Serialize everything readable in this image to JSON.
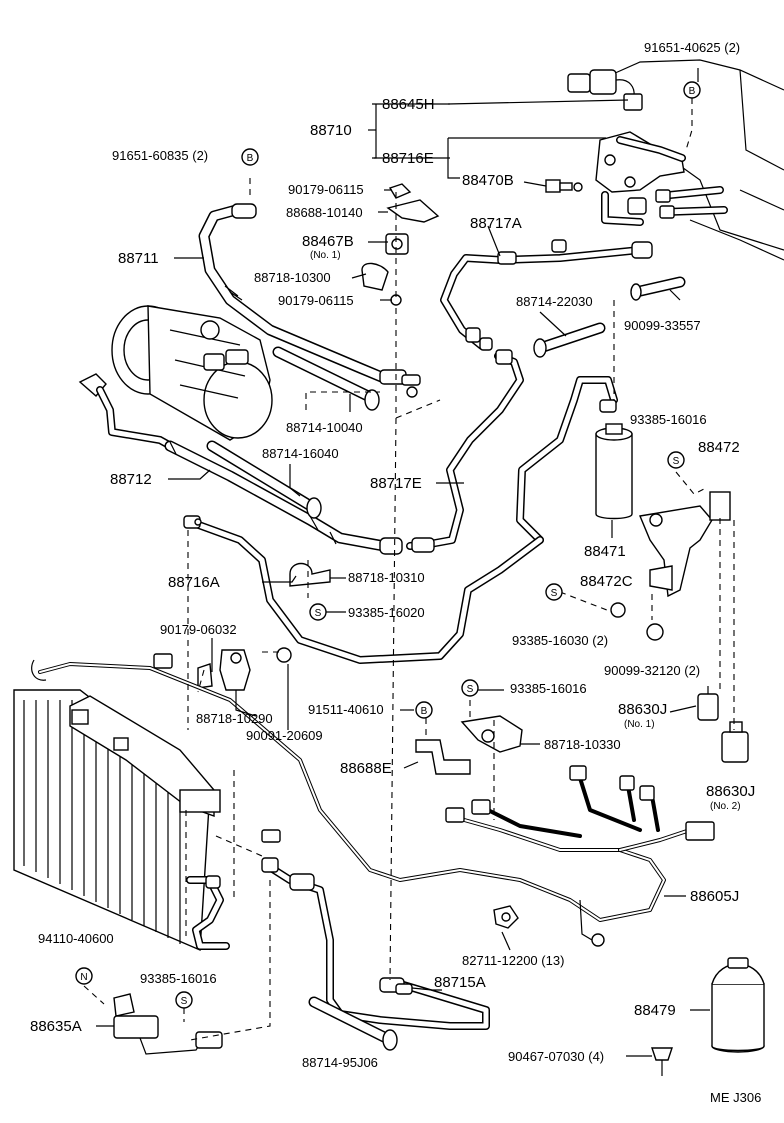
{
  "labels": {
    "p91651_40625": "91651-40625 (2)",
    "p88645H": "88645H",
    "p88710": "88710",
    "p88716E": "88716E",
    "p88470B": "88470B",
    "p91651_60835": "91651-60835 (2)",
    "p90179_06115a": "90179-06115",
    "p88688_10140": "88688-10140",
    "p88467B": "88467B",
    "p88467B_note": "(No. 1)",
    "p88718_10300": "88718-10300",
    "p90179_06115b": "90179-06115",
    "p88711": "88711",
    "p88717A": "88717A",
    "p88714_22030": "88714-22030",
    "p90099_33557": "90099-33557",
    "p88714_10040": "88714-10040",
    "p93385_16016a": "93385-16016",
    "p88472": "88472",
    "p88712": "88712",
    "p88714_16040": "88714-16040",
    "p88717E": "88717E",
    "p88471": "88471",
    "p88716A": "88716A",
    "p88718_10310": "88718-10310",
    "p93385_16020": "93385-16020",
    "p88472C": "88472C",
    "p93385_16030": "93385-16030 (2)",
    "p90179_06032": "90179-06032",
    "p90099_32120": "90099-32120 (2)",
    "p93385_16016b": "93385-16016",
    "p88718_10290": "88718-10290",
    "p90091_20609": "90091-20609",
    "p91511_40610": "91511-40610",
    "p88630J_1": "88630J",
    "p88630J_1_note": "(No. 1)",
    "p88718_10330": "88718-10330",
    "p88688E": "88688E",
    "p88630J_2": "88630J",
    "p88630J_2_note": "(No. 2)",
    "p88605J": "88605J",
    "p94110_40600": "94110-40600",
    "p82711_12200": "82711-12200 (13)",
    "p93385_16016c": "93385-16016",
    "p88715A": "88715A",
    "p88635A": "88635A",
    "p88479": "88479",
    "p88714_95J06": "88714-95J06",
    "p90467_07030": "90467-07030 (4)",
    "footer": "ME  J306"
  },
  "markers": {
    "B": "B",
    "S": "S",
    "N": "N"
  }
}
